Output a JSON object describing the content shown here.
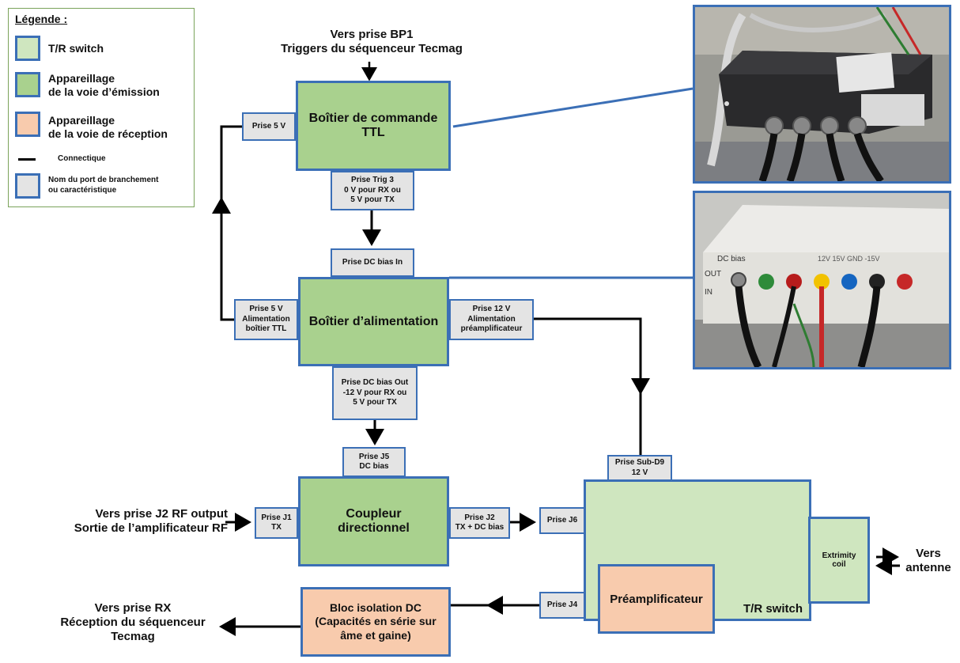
{
  "colors": {
    "tr_switch": "#cfe6bf",
    "emission": "#a9d18e",
    "reception": "#f8cbad",
    "port_bg": "#e4e4e4",
    "border": "#3b6fb6"
  },
  "legend": {
    "title": "Légende :",
    "tr_switch": "T/R switch",
    "emission": [
      "Appareillage",
      "de la voie d’émission"
    ],
    "reception": [
      "Appareillage",
      "de la voie de réception"
    ],
    "connectique": "Connectique",
    "port": [
      "Nom du port de branchement",
      "ou caractéristique"
    ]
  },
  "labels": {
    "top_in": [
      "Vers prise BP1",
      "Triggers du séquenceur Tecmag"
    ],
    "rf_in": [
      "Vers prise J2 RF output",
      "Sortie de l’amplificateur RF"
    ],
    "rx_out": [
      "Vers prise RX",
      "Réception du séquenceur",
      "Tecmag"
    ],
    "antenna": [
      "Vers",
      "antenne"
    ]
  },
  "blocks": {
    "ttl": [
      "Boîtier de commande",
      "TTL"
    ],
    "alim": "Boîtier d’alimentation",
    "coupleur": [
      "Coupleur",
      "directionnel"
    ],
    "dc_iso": [
      "Bloc isolation DC",
      "(Capacités en série sur",
      "âme et gaine)"
    ],
    "preamp": "Préamplificateur",
    "tr": "T/R switch",
    "coil": [
      "Extrimity",
      "coil"
    ]
  },
  "ports": {
    "p5v": [
      "Prise 5 V"
    ],
    "trig3": [
      "Prise Trig 3",
      "0 V pour RX ou",
      "5 V pour TX"
    ],
    "dcbias_in": [
      "Prise DC bias In"
    ],
    "p5v_alim": [
      "Prise 5 V",
      "Alimentation",
      "boîtier TTL"
    ],
    "p12v": [
      "Prise 12 V",
      "Alimentation",
      "préamplificateur"
    ],
    "dcbias_out": [
      "Prise DC bias Out",
      "-12 V pour RX ou",
      "5 V pour TX"
    ],
    "j5": [
      "Prise J5",
      "DC bias"
    ],
    "j1": [
      "Prise J1",
      "TX"
    ],
    "j2": [
      "Prise J2",
      "TX + DC bias"
    ],
    "subd9": [
      "Prise Sub-D9",
      "12 V"
    ],
    "j6": [
      "Prise J6"
    ],
    "j4": [
      "Prise J4"
    ]
  },
  "photos": {
    "photo2_texts": [
      "DC bias",
      "OUT",
      "IN",
      "12V 15V GND -15V"
    ]
  }
}
